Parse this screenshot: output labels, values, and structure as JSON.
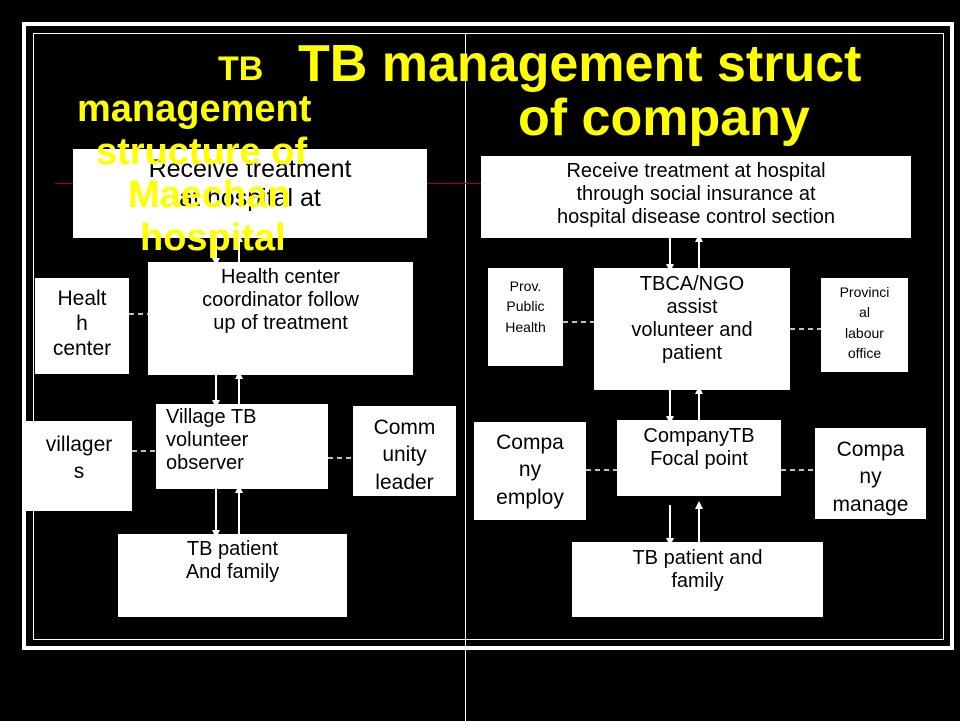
{
  "titles": {
    "small_tb": "TB",
    "main_line1": "TB management struct",
    "main_line2": "of company",
    "left_line1": "management",
    "left_line2": "structure of",
    "left_line3": "Maechan",
    "left_line4": "hospital"
  },
  "left": {
    "hospital": [
      "Receive treatment",
      "at hospital at"
    ],
    "health_center_coordinator": [
      "Health center",
      "coordinator follow",
      "up of treatment"
    ],
    "health_center": [
      "Healt",
      "h",
      "center"
    ],
    "village_volunteer": [
      "Village TB",
      "volunteer",
      "observer"
    ],
    "villagers": [
      "villager",
      "s"
    ],
    "community_leader": [
      "Comm",
      "unity",
      "leader"
    ],
    "patient": [
      "TB patient",
      "And family"
    ]
  },
  "right": {
    "hospital": [
      "Receive treatment at hospital",
      "through social insurance at",
      "hospital disease control section"
    ],
    "tbca": [
      "TBCA/NGO",
      "assist",
      "volunteer and",
      "patient"
    ],
    "prov_public_health": [
      "Prov.",
      "Public",
      "Health"
    ],
    "provincial_labour": [
      "Provinci",
      "al",
      "labour",
      "office"
    ],
    "company_focal": [
      "CompanyTB",
      "Focal point"
    ],
    "company_employee": [
      "Compa",
      "ny",
      "employ"
    ],
    "company_manager": [
      "Compa",
      "ny",
      "manage"
    ],
    "patient": [
      "TB patient and",
      "family"
    ]
  },
  "colors": {
    "background": "#000000",
    "title": "#ffff00",
    "box": "#ffffff",
    "accent_line": "#aa0000"
  }
}
